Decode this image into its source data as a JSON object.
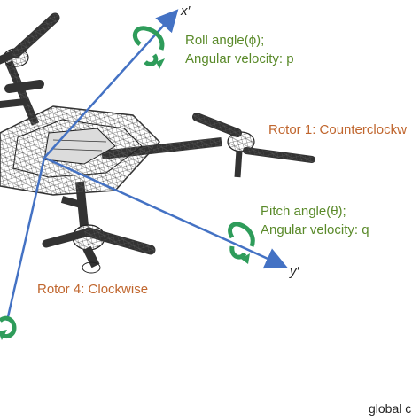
{
  "axes": {
    "x_label": "x′",
    "y_label": "y′"
  },
  "annotations": {
    "roll_line1": "Roll angle(ϕ);",
    "roll_line2": "Angular velocity: p",
    "rotor1": "Rotor 1: Counterclockw",
    "pitch_line1": "Pitch angle(θ);",
    "pitch_line2": "Angular velocity: q",
    "rotor4": "Rotor 4: Clockwise",
    "global": "global c"
  },
  "colors": {
    "axis": "#4472c4",
    "rotation_arrow": "#2e9c5a",
    "green_text": "#5a8a2a",
    "orange_text": "#c0662e",
    "drone_wire": "#444444"
  },
  "icons": [
    "roll-rotation-arrow-icon",
    "pitch-rotation-arrow-icon",
    "yaw-rotation-arrow-icon"
  ]
}
